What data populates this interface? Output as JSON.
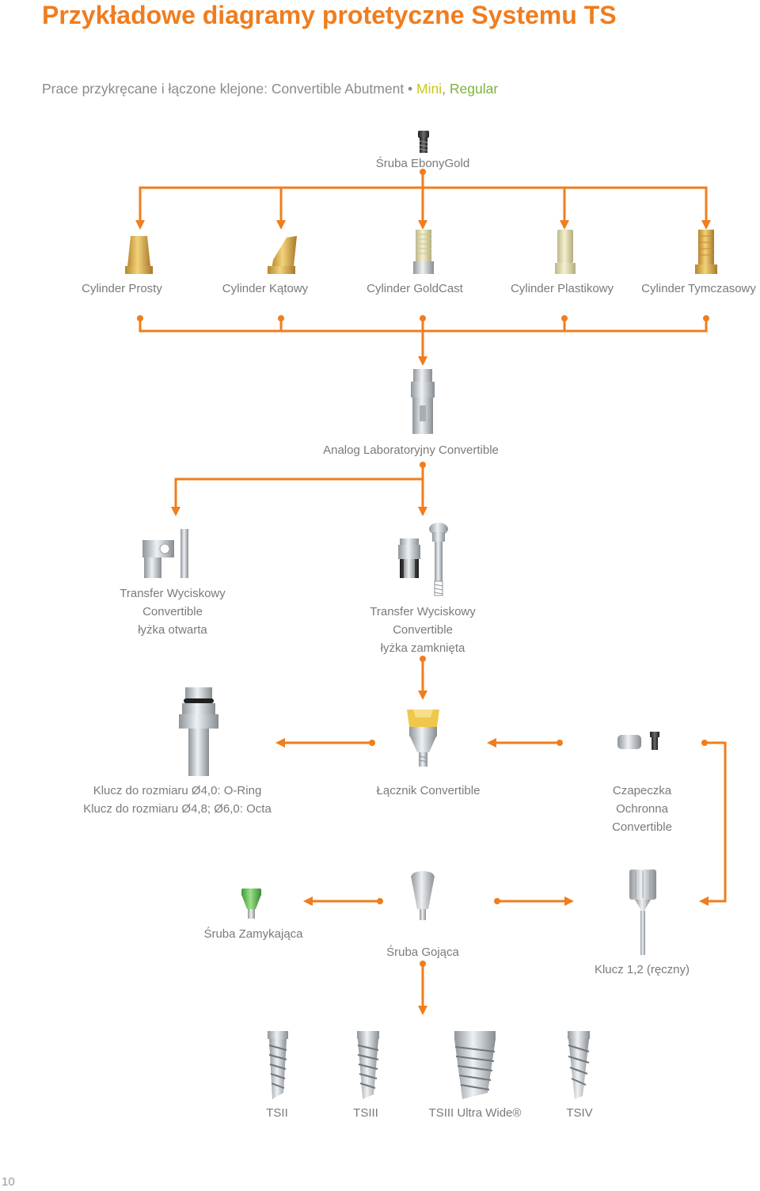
{
  "header": {
    "title": "Przykładowe diagramy protetyczne Systemu TS",
    "subtitle_main": "Prace przykręcane i łączone klejone: Convertible Abutment",
    "subtitle_dot": " • ",
    "subtitle_mini": "Mini",
    "subtitle_sep": ", ",
    "subtitle_regular": "Regular"
  },
  "components": {
    "screw_ebonygold": "Śruba EbonyGold",
    "cyl_straight": "Cylinder Prosty",
    "cyl_angled": "Cylinder Kątowy",
    "cyl_goldcast": "Cylinder GoldCast",
    "cyl_plastic": "Cylinder Plastikowy",
    "cyl_temp": "Cylinder Tymczasowy",
    "lab_analog": "Analog Laboratoryjny Convertible",
    "transfer_open": [
      "Transfer Wyciskowy",
      "Convertible",
      "łyżka otwarta"
    ],
    "transfer_closed": [
      "Transfer Wyciskowy",
      "Convertible",
      "łyżka zamknięta"
    ],
    "key_size": [
      "Klucz do rozmiaru Ø4,0: O-Ring",
      "Klucz do rozmiaru Ø4,8; Ø6,0: Octa"
    ],
    "connector": "Łącznik Convertible",
    "cap": [
      "Czapeczka",
      "Ochronna",
      "Convertible"
    ],
    "cover_screw": "Śruba Zamykająca",
    "healing_screw": "Śruba Gojąca",
    "hand_key": "Klucz 1,2 (ręczny)",
    "implants": [
      "TSII",
      "TSIII",
      "TSIII Ultra Wide®",
      "TSIV"
    ]
  },
  "colors": {
    "accent": "#f07d1e",
    "text": "#7a7a7a",
    "mini": "#c8c81e",
    "regular": "#7cb33a"
  },
  "footer": {
    "page_number": "10"
  }
}
